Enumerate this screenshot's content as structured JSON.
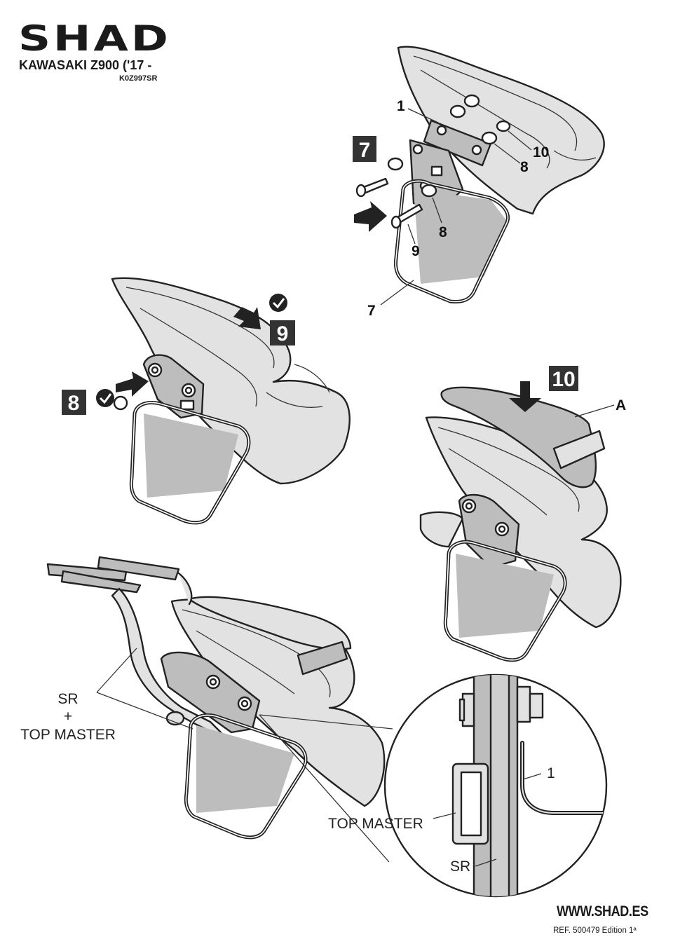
{
  "header": {
    "brand": "SHAD",
    "model": "KAWASAKI Z900 ('17 -",
    "ref_code": "K0Z997SR"
  },
  "steps": [
    "7",
    "8",
    "9",
    "10"
  ],
  "callouts": {
    "step7": [
      "1",
      "10",
      "8",
      "8",
      "9",
      "7"
    ],
    "step10": [
      "A"
    ],
    "detail": [
      "1"
    ]
  },
  "labels": {
    "sr_top_master_line1": "SR",
    "sr_top_master_line2": "+",
    "sr_top_master_line3": "TOP MASTER",
    "detail_top_master": "TOP MASTER",
    "detail_sr": "SR"
  },
  "footer": {
    "website": "WWW.SHAD.ES",
    "edition": "REF. 500479 Edition 1ª"
  }
}
